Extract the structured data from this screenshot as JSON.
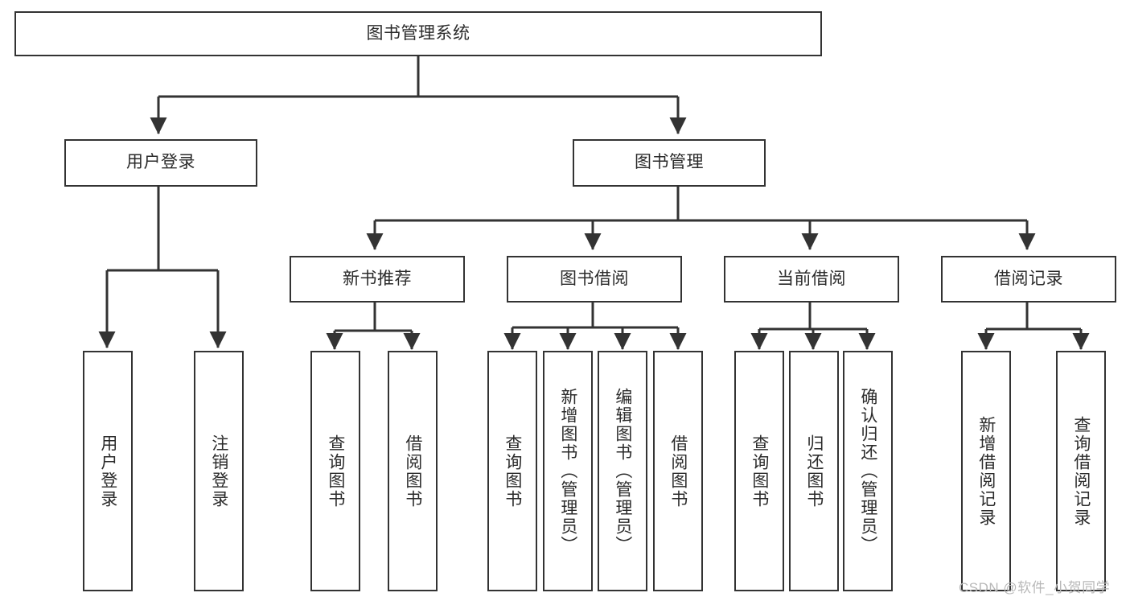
{
  "diagram": {
    "title": "图书管理系统",
    "watermark": "CSDN @软件_小贺同学",
    "colors": {
      "stroke": "#333333",
      "box_fill": "#ffffff",
      "text": "#2b2b2b",
      "background": "#ffffff",
      "watermark": "#b8b8b8"
    },
    "root": {
      "label": "图书管理系统"
    },
    "level1": [
      {
        "label": "用户登录"
      },
      {
        "label": "图书管理"
      }
    ],
    "level2": [
      {
        "label": "新书推荐"
      },
      {
        "label": "图书借阅"
      },
      {
        "label": "当前借阅"
      },
      {
        "label": "借阅记录"
      }
    ],
    "leaves": {
      "user_login": [
        {
          "label": "用户登录"
        },
        {
          "label": "注销登录"
        }
      ],
      "new_book_recommend": [
        {
          "label": "查询图书"
        },
        {
          "label": "借阅图书"
        }
      ],
      "book_borrow": [
        {
          "label": "查询图书"
        },
        {
          "label": "新增图书（管理员）"
        },
        {
          "label": "编辑图书（管理员）"
        },
        {
          "label": "借阅图书"
        }
      ],
      "current_borrow": [
        {
          "label": "查询图书"
        },
        {
          "label": "归还图书"
        },
        {
          "label": "确认归还（管理员）"
        }
      ],
      "borrow_record": [
        {
          "label": "新增借阅记录"
        },
        {
          "label": "查询借阅记录"
        }
      ]
    }
  }
}
